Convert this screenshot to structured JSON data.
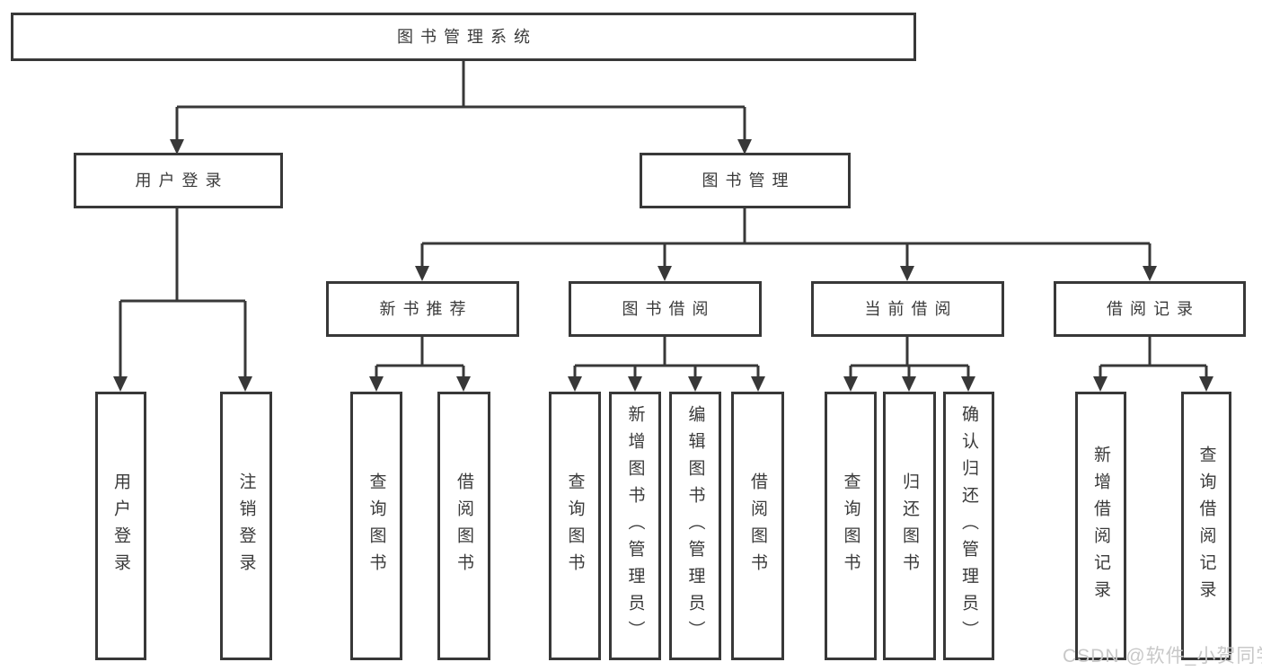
{
  "tree": {
    "root": {
      "label": "图书管理系统"
    },
    "branches": [
      {
        "label": "用户登录",
        "children": [
          {
            "label": "用户登录"
          },
          {
            "label": "注销登录"
          }
        ]
      },
      {
        "label": "图书管理",
        "sections": [
          {
            "label": "新书推荐",
            "children": [
              {
                "label": "查询图书"
              },
              {
                "label": "借阅图书"
              }
            ]
          },
          {
            "label": "图书借阅",
            "children": [
              {
                "label": "查询图书"
              },
              {
                "label": "新增图书（管理员）"
              },
              {
                "label": "编辑图书（管理员）"
              },
              {
                "label": "借阅图书"
              }
            ]
          },
          {
            "label": "当前借阅",
            "children": [
              {
                "label": "查询图书"
              },
              {
                "label": "归还图书"
              },
              {
                "label": "确认归还（管理员）"
              }
            ]
          },
          {
            "label": "借阅记录",
            "children": [
              {
                "label": "新增借阅记录"
              },
              {
                "label": "查询借阅记录"
              }
            ]
          }
        ]
      }
    ]
  },
  "watermark": {
    "text": "CSDN @软件_小贺同学"
  },
  "colors": {
    "line": "#383838",
    "text": "#3a3a3a",
    "watermark": "#c8c8c8",
    "background": "#ffffff"
  }
}
